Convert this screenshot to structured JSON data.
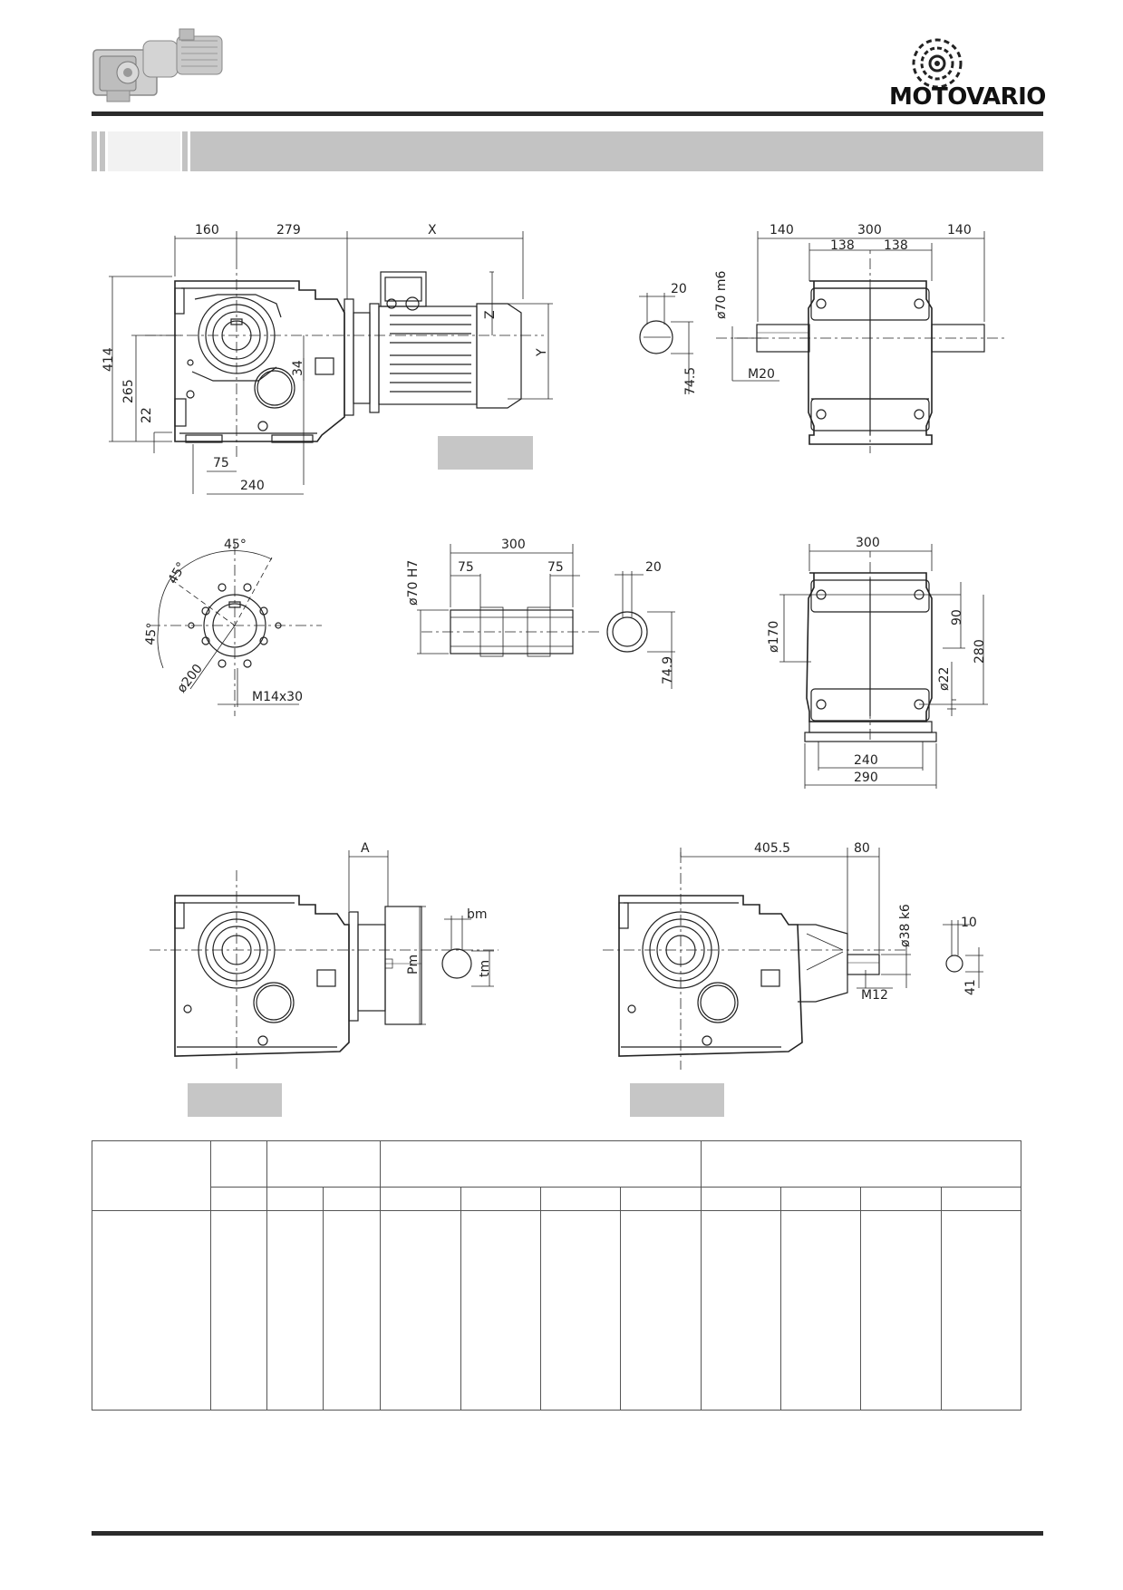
{
  "header": {
    "brand": "MOTOVARIO"
  },
  "colors": {
    "band": "#c3c3c3",
    "placeholder": "#c6c6c6",
    "line": "#222222",
    "rule": "#2b2b2b"
  },
  "view_top_left": {
    "dims": [
      "160",
      "279",
      "X",
      "414",
      "265",
      "22",
      "34",
      "75",
      "240",
      "Z",
      "Y"
    ]
  },
  "view_top_right": {
    "dims": [
      "140",
      "300",
      "140",
      "138",
      "138",
      "20",
      "ø70 m6",
      "74.5",
      "M20"
    ]
  },
  "view_flange": {
    "dims": [
      "45°",
      "45°",
      "45°",
      "ø200",
      "M14x30"
    ]
  },
  "view_hollow_shaft": {
    "dims": [
      "300",
      "75",
      "75",
      "ø70 H7",
      "20",
      "74.9"
    ]
  },
  "view_torque_arm": {
    "dims": [
      "300",
      "ø170",
      "90",
      "280",
      "ø22",
      "240",
      "290"
    ]
  },
  "view_motor_adapter": {
    "dims": [
      "A",
      "Pm",
      "bm",
      "tm"
    ]
  },
  "view_input_shaft": {
    "dims": [
      "405.5",
      "80",
      "ø38 k6",
      "10",
      "41",
      "M12"
    ]
  }
}
